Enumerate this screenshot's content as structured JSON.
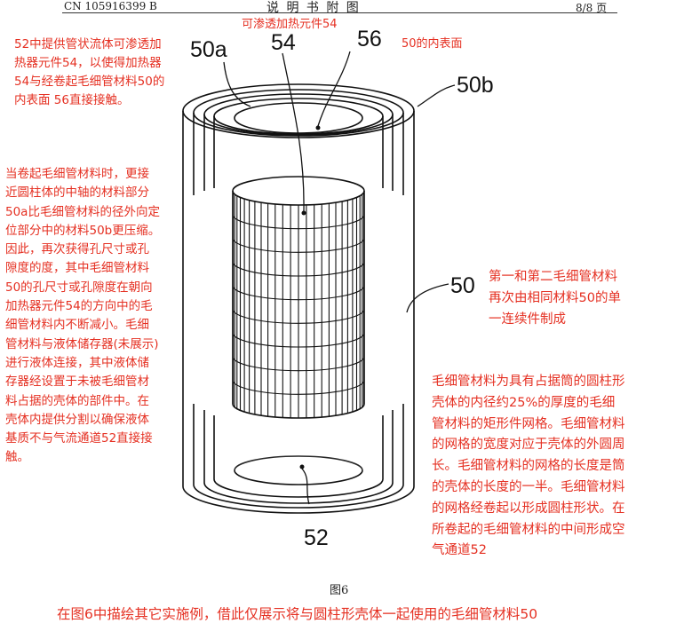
{
  "header": {
    "patent_no": "CN 105916399 B",
    "section_title": "说 明 书 附 图",
    "page": "8/8 页"
  },
  "annotations": {
    "top_center": "可渗透加热元件54",
    "top_left": [
      "52中提供管状流体可渗透加",
      "热器元件54，以使得加热器",
      "54与经卷起毛细管材料50的",
      "内表面 56直接接触。"
    ],
    "label_56_note": "50的内表面",
    "left_block": [
      "当卷起毛细管材料时，更接",
      "近圆柱体的中轴的材料部分",
      "50a比毛细管材料的径外向定",
      "位部分中的材料50b更压缩。",
      "因此，再次获得孔尺寸或孔",
      "隙度的度，其中毛细管材料",
      "50的孔尺寸或孔隙度在朝向",
      "加热器元件54的方向中的毛",
      "细管材料内不断减小。毛细",
      "管材料与液体储存器(未展示)",
      "进行液体连接，其中液体储",
      "存器经设置于未被毛细管材",
      "料占据的壳体的部件中。在",
      "壳体内提供分割以确保液体",
      "基质不与气流通道52直接接",
      "触。"
    ],
    "right_top": [
      "第一和第二毛细管材料",
      "再次由相同材料50的单",
      "一连续件制成"
    ],
    "right_bottom": [
      "毛细管材料为具有占据筒的圆柱形",
      "壳体的内径约25%的厚度的毛细",
      "管材料的矩形件网格。毛细管材料",
      "的网格的宽度对应于壳体的外圆周",
      "长。毛细管材料的网格的长度是筒",
      "的壳体的长度的一半。毛细管材料",
      "的网格经卷起以形成圆柱形状。在",
      "所卷起的毛细管材料的中间形成空",
      "气通道52"
    ],
    "bottom": "在图6中描绘其它实施例，借此仅展示将与圆柱形壳体一起使用的毛细管材料50"
  },
  "labels": {
    "l50a": "50a",
    "l54": "54",
    "l56": "56",
    "l50b": "50b",
    "l50": "50",
    "l52": "52"
  },
  "figure_caption": "图6"
}
